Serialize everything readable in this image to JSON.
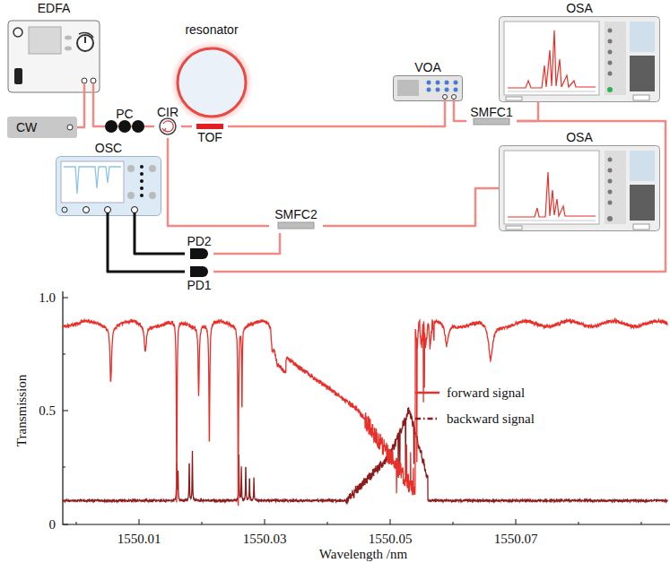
{
  "diagram": {
    "nodes": [
      {
        "text": [
          "EDFA"
        ]
      },
      {
        "text": [
          "CW"
        ]
      },
      {
        "text": [
          "PC"
        ]
      },
      {
        "text": [
          "CIR"
        ]
      },
      {
        "text": [
          "resonator"
        ]
      },
      {
        "text": [
          "TOF"
        ]
      },
      {
        "text": [
          "VOA"
        ]
      },
      {
        "text": [
          "OSA"
        ]
      },
      {
        "text": [
          "SMFC1"
        ]
      },
      {
        "text": [
          "OSA"
        ]
      },
      {
        "text": [
          "OSC"
        ]
      },
      {
        "text": [
          "SMFC2"
        ]
      },
      {
        "text": [
          "PD2"
        ]
      },
      {
        "text": [
          "PD1"
        ]
      }
    ],
    "edges": [
      {
        "from": 1,
        "to": 0,
        "arrow": "none"
      },
      {
        "from": 0,
        "to": 2,
        "arrow": "none"
      },
      {
        "from": 2,
        "to": 3,
        "arrow": "none"
      },
      {
        "from": 3,
        "to": 5,
        "arrow": "none"
      },
      {
        "from": 5,
        "to": 6,
        "arrow": "none"
      },
      {
        "from": 6,
        "to": 8,
        "arrow": "none"
      },
      {
        "from": 8,
        "to": 7,
        "arrow": "none"
      },
      {
        "from": 8,
        "to": 13,
        "arrow": "none"
      },
      {
        "from": 3,
        "to": 11,
        "arrow": "none"
      },
      {
        "from": 11,
        "to": 9,
        "arrow": "none"
      },
      {
        "from": 11,
        "to": 12,
        "arrow": "none"
      },
      {
        "from": 12,
        "to": 10,
        "arrow": "none"
      },
      {
        "from": 13,
        "to": 10,
        "arrow": "none"
      }
    ],
    "labels": [
      "1.0",
      "0.5",
      "0",
      "1550.01",
      "1550.03",
      "1550.05",
      "1550.07",
      "Transmission",
      "Wavelength /nm"
    ],
    "legend": [
      {
        "text": "forward signal"
      },
      {
        "text": "backward signal"
      }
    ]
  }
}
